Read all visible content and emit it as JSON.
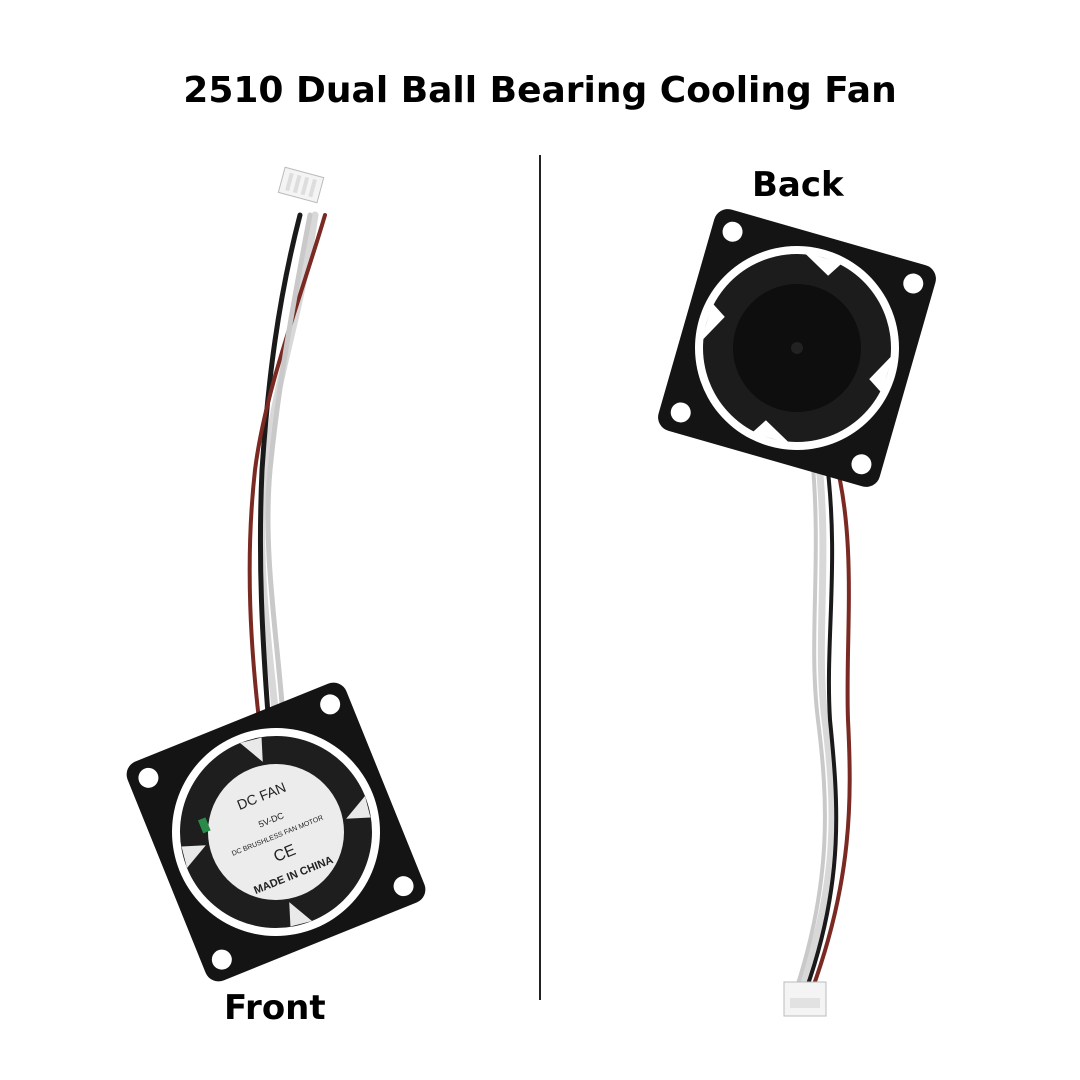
{
  "title": "2510 Dual Ball Bearing Cooling Fan",
  "labels": {
    "back": "Back",
    "front": "Front"
  },
  "fan_sticker": {
    "line1": "DC FAN",
    "line2": "5V-DC",
    "line3": "DC BRUSHLESS FAN MOTOR",
    "mark": "CE",
    "line4": "MADE IN CHINA"
  },
  "colors": {
    "fan_body": "#141414",
    "wire_red": "#7a2a22",
    "wire_white": "#d8d8d8",
    "wire_black": "#1a1a1a",
    "connector": "#f2f2f2"
  }
}
